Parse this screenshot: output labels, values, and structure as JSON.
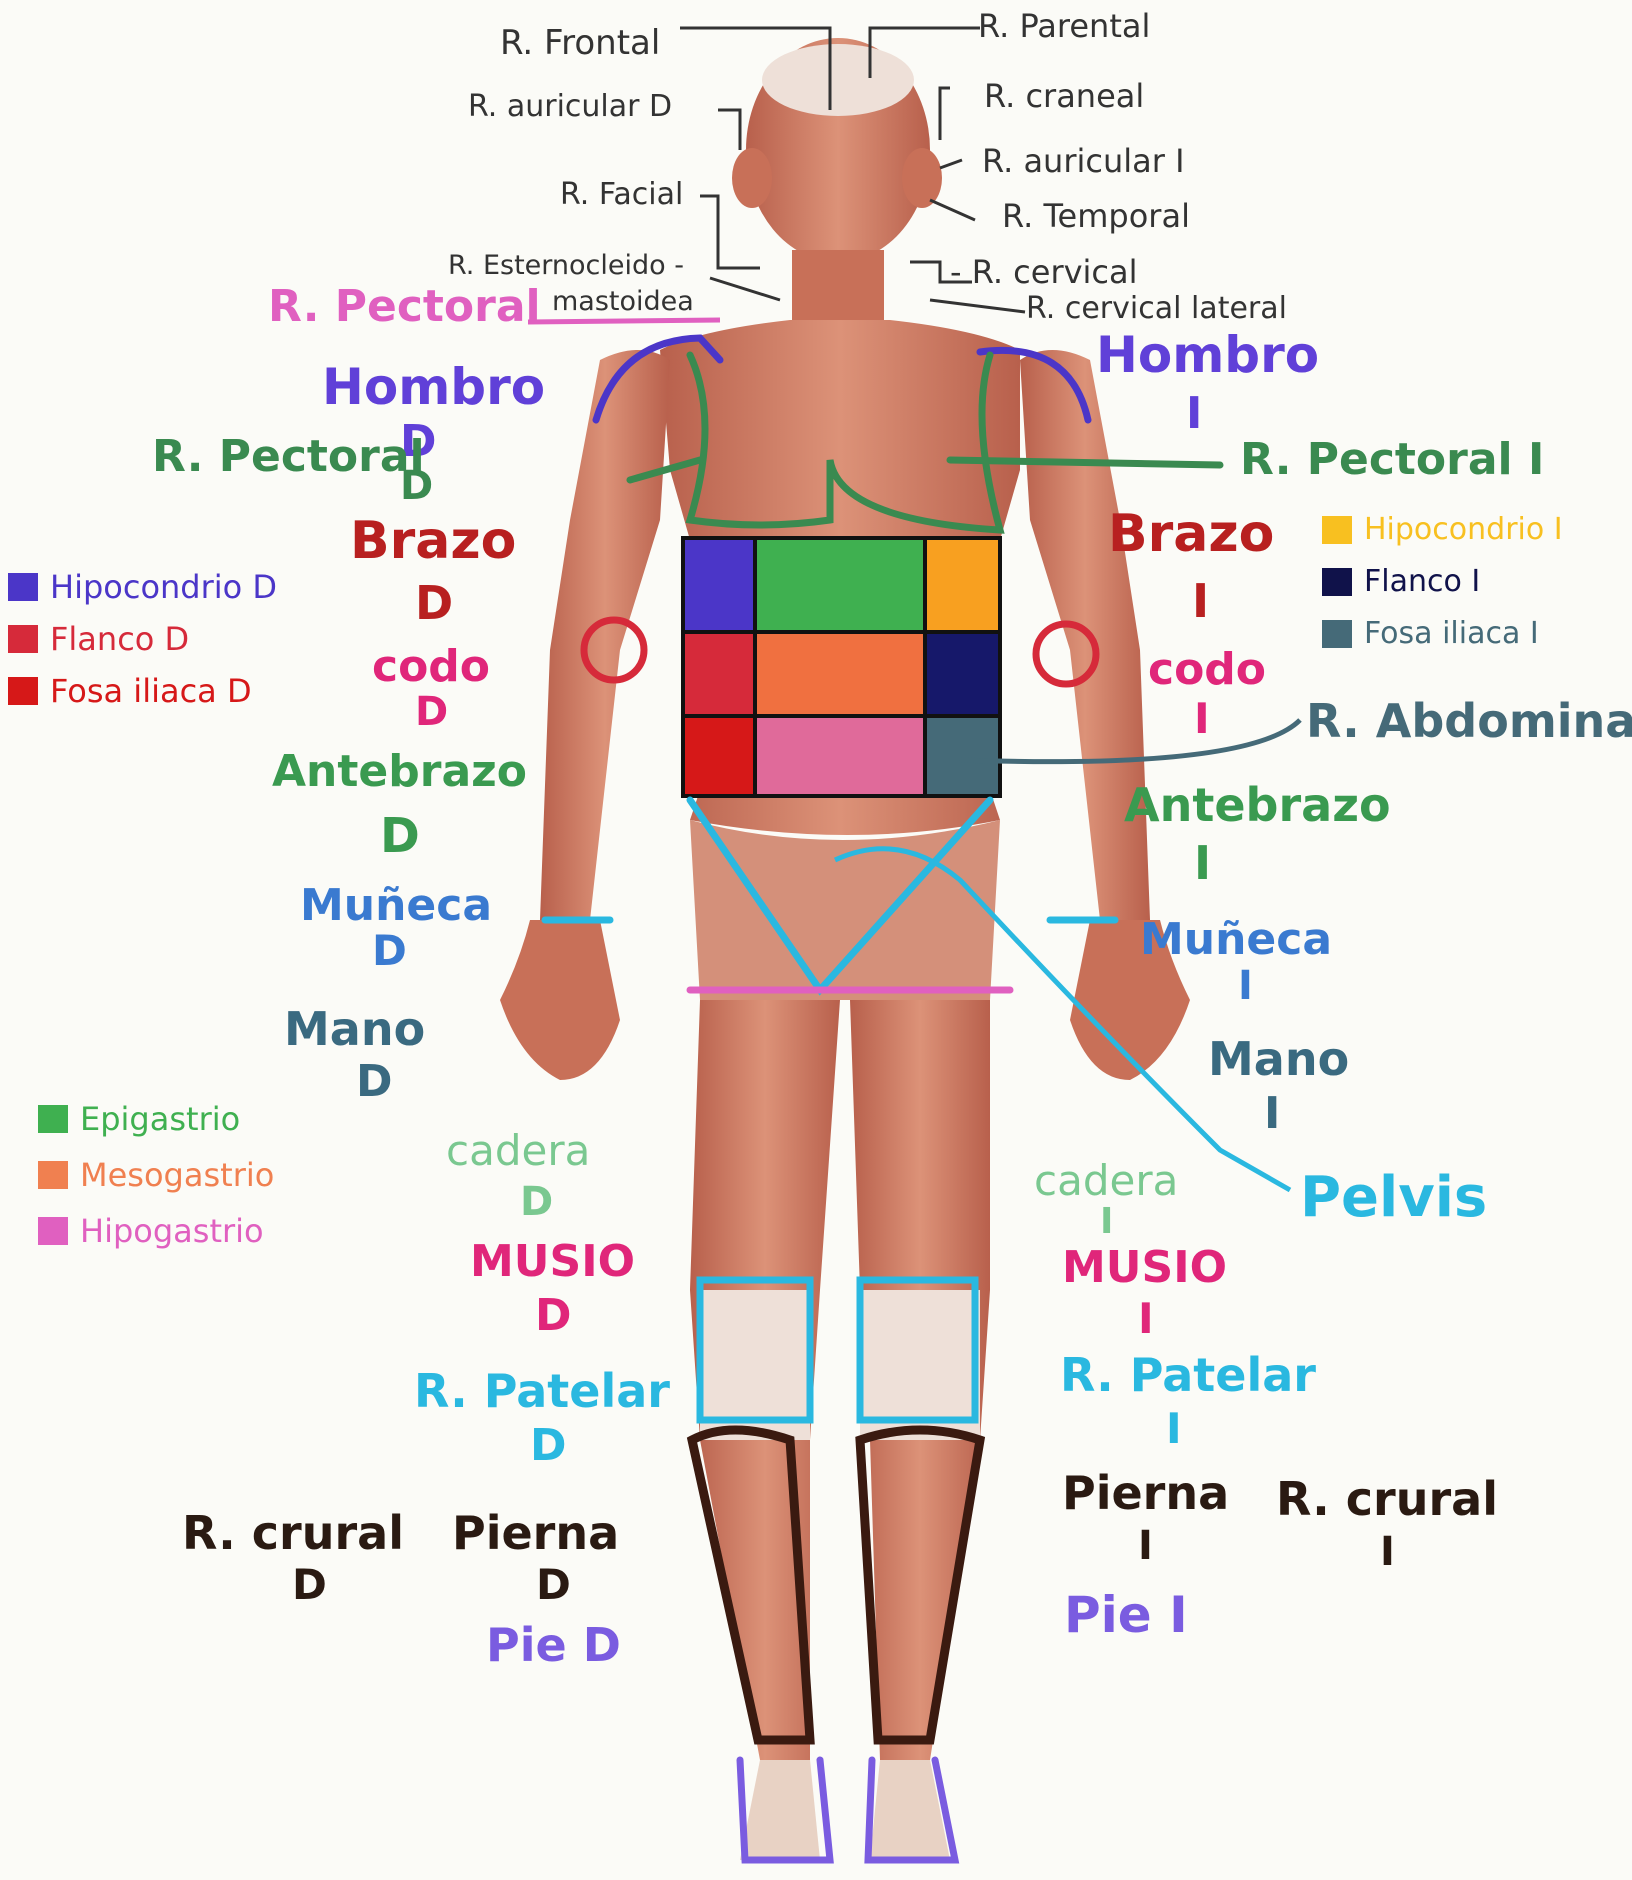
{
  "colors": {
    "paper": "#fbfbf7",
    "skin": "#d98a72",
    "muscle": "#b85c48",
    "blue": "#4b36c8",
    "purple": "#7a5ce0",
    "green": "#3f9a55",
    "darkgreen": "#3a7a40",
    "red": "#d62a3a",
    "magenta": "#e0267a",
    "pink": "#e060c0",
    "cyan": "#2ab8e0",
    "teal": "#3a6a80",
    "black": "#2a1a12",
    "navy": "#10124a",
    "orange": "#f07840",
    "yellow": "#f8c020",
    "lightgreen": "#7ac890",
    "darkred": "#b81818",
    "slate": "#456a78"
  },
  "head_labels": {
    "frontal": "R. Frontal",
    "parental": "R. Parental",
    "auricular_d": "R. auricular D",
    "craneal": "R. craneal",
    "facial": "R. Facial",
    "auricular_i": "R. auricular I",
    "temporal": "R. Temporal",
    "esterno_1": "R. Esternocleido -",
    "esterno_2": "mastoidea",
    "cervical": "- R. cervical",
    "cervical_lateral": "R. cervical lateral"
  },
  "right_side": {
    "pectoral_top": "R. Pectoral",
    "hombro": "Hombro",
    "hombro_sub": "D",
    "pectoral": "R. Pectoral",
    "pectoral_sub1": "D",
    "pectoral_sub2": "D",
    "brazo": "Brazo",
    "brazo_sub": "D",
    "codo": "codo",
    "codo_sub": "D",
    "antebrazo": "Antebrazo",
    "antebrazo_sub": "D",
    "muneca": "Muñeca",
    "muneca_sub": "D",
    "mano": "Mano",
    "mano_sub": "D",
    "cadera": "cadera",
    "cadera_sub": "D",
    "musio": "MUSIO",
    "musio_sub": "D",
    "patelar": "R. Patelar",
    "patelar_sub": "D",
    "crural": "R. crural",
    "crural_sub": "D",
    "pierna": "Pierna",
    "pierna_sub": "D",
    "pie": "Pie  D"
  },
  "left_side": {
    "hombro": "Hombro",
    "hombro_sub": "I",
    "pectoral": "R. Pectoral I",
    "brazo": "Brazo",
    "brazo_sub": "I",
    "codo": "codo",
    "codo_sub": "I",
    "abdominal": "R. Abdominal",
    "antebrazo": "Antebrazo",
    "antebrazo_sub": "I",
    "muneca": "Muñeca",
    "muneca_sub": "I",
    "mano": "Mano",
    "mano_sub": "I",
    "cadera": "cadera",
    "cadera_sub": "I",
    "pelvis": "Pelvis",
    "musio": "MUSIO",
    "musio_sub": "I",
    "patelar": "R. Patelar",
    "patelar_sub": "I",
    "pierna": "Pierna",
    "pierna_sub": "I",
    "crural": "R. crural",
    "crural_sub": "I",
    "pie": "Pie  I"
  },
  "legend_left_top": [
    {
      "label": "Hipocondrio   D",
      "color": "#4b36c8"
    },
    {
      "label": "Flanco   D",
      "color": "#d62a3a"
    },
    {
      "label": "Fosa iliaca D",
      "color": "#d61818"
    }
  ],
  "legend_right_top": [
    {
      "label": "Hipocondrio  I",
      "color": "#f8c020"
    },
    {
      "label": "Flanco   I",
      "color": "#10124a"
    },
    {
      "label": "Fosa  iliaca I",
      "color": "#456a78"
    }
  ],
  "legend_left_bottom": [
    {
      "label": "Epigastrio",
      "color": "#3fb050"
    },
    {
      "label": "Mesogastrio",
      "color": "#f08050"
    },
    {
      "label": "Hipogastrio",
      "color": "#e060c0"
    }
  ]
}
